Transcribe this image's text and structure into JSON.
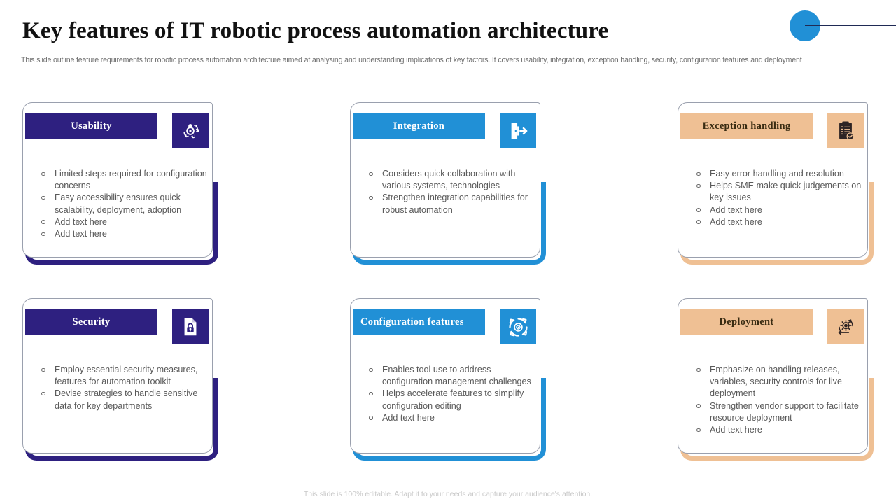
{
  "header": {
    "title": "Key features of IT robotic process automation architecture",
    "subtitle": "This slide outline feature requirements for robotic process automation architecture aimed at analysing and understanding implications of key factors. It covers usability, integration, exception handling, security, configuration features and deployment"
  },
  "decor": {
    "dot_color": "#2190D6",
    "line_color": "#1F2A55"
  },
  "colors": {
    "navy": "#2E2080",
    "blue": "#2190D6",
    "peach": "#EFC094",
    "title_on_dark": "#FFFFFF",
    "title_on_light": "#3A2C12",
    "body_text": "#595959"
  },
  "cards": [
    {
      "title": "Usability",
      "accent": "#2E2080",
      "title_color": "#FFFFFF",
      "icon": "robot-automation-icon",
      "title_align": "center",
      "items": [
        "Limited steps required for configuration concerns",
        "Easy accessibility ensures quick scalability, deployment, adoption",
        "Add text here",
        "Add text here"
      ]
    },
    {
      "title": "Integration",
      "accent": "#2190D6",
      "title_color": "#FFFFFF",
      "icon": "door-exit-arrow-icon",
      "title_align": "center",
      "items": [
        "Considers quick collaboration with various systems, technologies",
        "Strengthen integration capabilities for robust automation"
      ]
    },
    {
      "title": "Exception handling",
      "accent": "#EFC094",
      "title_color": "#3A2C12",
      "icon": "clipboard-checklist-icon",
      "title_align": "center",
      "items": [
        "Easy error handling and resolution",
        "Helps SME make quick judgements on key issues",
        "Add text here",
        "Add text here"
      ]
    },
    {
      "title": "Security",
      "accent": "#2E2080",
      "title_color": "#FFFFFF",
      "icon": "document-lock-icon",
      "title_align": "center",
      "items": [
        "Employ essential security measures, features for automation toolkit",
        "Devise strategies to handle sensitive data for key departments"
      ]
    },
    {
      "title": "Configuration  features",
      "accent": "#2190D6",
      "title_color": "#FFFFFF",
      "icon": "gear-refresh-icon",
      "title_align": "left",
      "items": [
        "Enables tool use to address configuration management challenges",
        "Helps accelerate features to simplify configuration editing",
        "Add text here"
      ]
    },
    {
      "title": "Deployment",
      "accent": "#EFC094",
      "title_color": "#3A2C12",
      "icon": "gear-cycle-icon",
      "title_align": "center",
      "items": [
        "Emphasize on handling releases, variables, security controls for live deployment",
        "Strengthen vendor support to facilitate resource deployment",
        "Add text here"
      ]
    }
  ],
  "footer": {
    "text": "This slide is 100% editable. Adapt it to your needs and capture your audience's attention."
  }
}
